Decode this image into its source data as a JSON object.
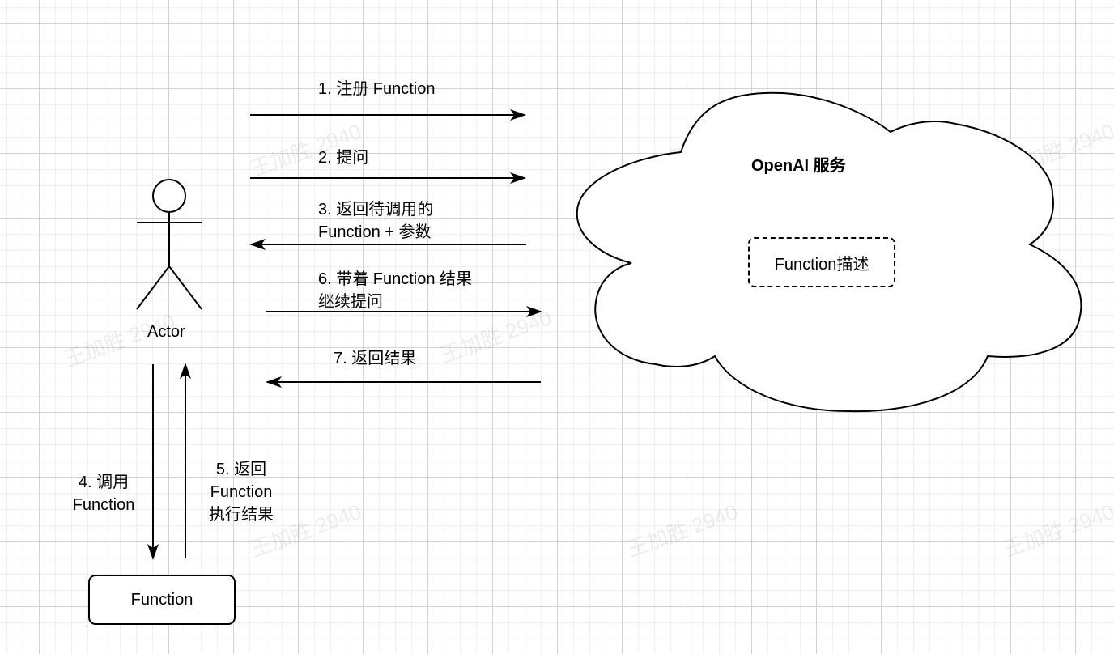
{
  "watermark": "王加胜 2940",
  "actor": {
    "label": "Actor"
  },
  "function_node": {
    "label": "Function"
  },
  "cloud": {
    "title": "OpenAI 服务",
    "inner_box": "Function描述"
  },
  "steps": [
    {
      "lines": [
        "1. 注册 Function"
      ],
      "direction": "actor-to-openai"
    },
    {
      "lines": [
        "2. 提问"
      ],
      "direction": "actor-to-openai"
    },
    {
      "lines": [
        "3. 返回待调用的",
        "Function + 参数"
      ],
      "direction": "openai-to-actor"
    },
    {
      "lines": [
        "4. 调用",
        "Function"
      ],
      "direction": "actor-to-function"
    },
    {
      "lines": [
        "5. 返回",
        "Function",
        "执行结果"
      ],
      "direction": "function-to-actor"
    },
    {
      "lines": [
        "6. 带着 Function 结果",
        "继续提问"
      ],
      "direction": "actor-to-openai"
    },
    {
      "lines": [
        "7. 返回结果"
      ],
      "direction": "openai-to-actor"
    }
  ],
  "colors": {
    "stroke": "#000000",
    "grid_major": "#d2d2d2",
    "grid_minor": "#efefef",
    "background": "#ffffff"
  }
}
